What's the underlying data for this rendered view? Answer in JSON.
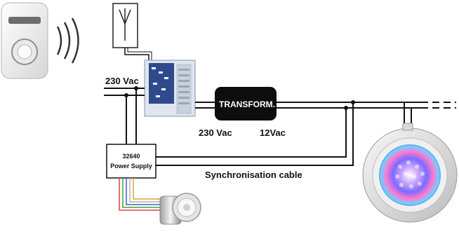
{
  "labels": {
    "mains_input": "230 Vac",
    "transformer": "TRANSFORM.",
    "transformer_in": "230 Vac",
    "transformer_out": "12Vac",
    "power_supply_model": "32640",
    "power_supply_name": "Power Supply",
    "sync_cable": "Synchronisation cable"
  },
  "colors": {
    "wire": "#111111",
    "transformer_fill": "#0d0d0d",
    "remote_body": "#f2f2f2",
    "lamp_ring": "#e3e3e3"
  }
}
